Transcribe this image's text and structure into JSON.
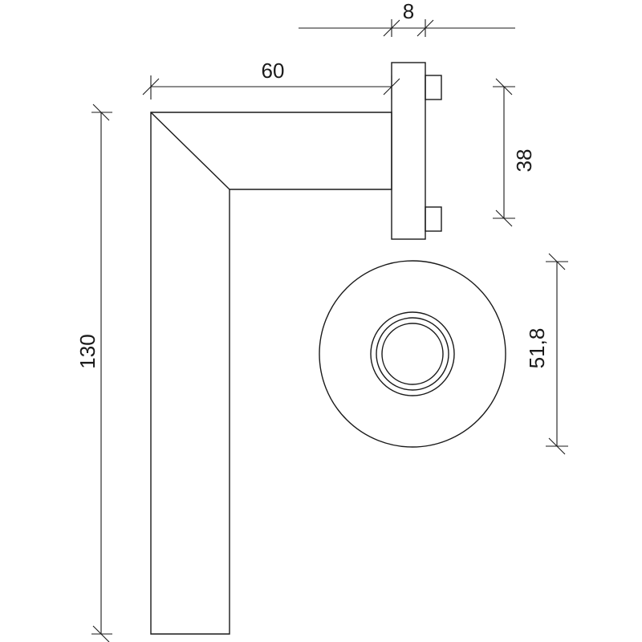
{
  "dimensions": {
    "lever_width": "60",
    "rose_thickness": "8",
    "handle_length": "130",
    "spindle_height": "38",
    "rose_diameter": "51,8"
  },
  "colors": {
    "ink": "#1a1a1a",
    "background": "#ffffff"
  }
}
